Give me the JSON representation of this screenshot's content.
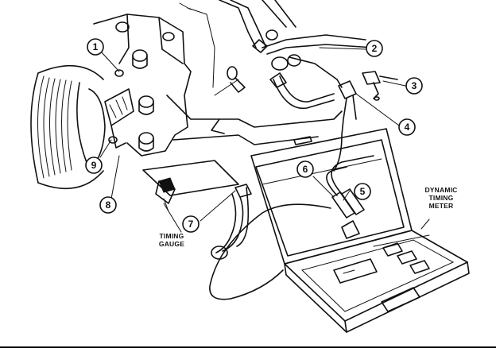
{
  "callouts": [
    {
      "id": "1",
      "text": "1"
    },
    {
      "id": "2",
      "text": "2"
    },
    {
      "id": "3",
      "text": "3"
    },
    {
      "id": "4",
      "text": "4"
    },
    {
      "id": "5",
      "text": "5"
    },
    {
      "id": "6",
      "text": "6"
    },
    {
      "id": "7",
      "text": "7"
    },
    {
      "id": "8",
      "text": "8"
    },
    {
      "id": "9",
      "text": "9"
    }
  ],
  "labels": {
    "meter_line1": "DYNAMIC",
    "meter_line2": "TIMING",
    "meter_line3": "METER",
    "gauge_line1": "TIMING",
    "gauge_line2": "GAUGE"
  }
}
